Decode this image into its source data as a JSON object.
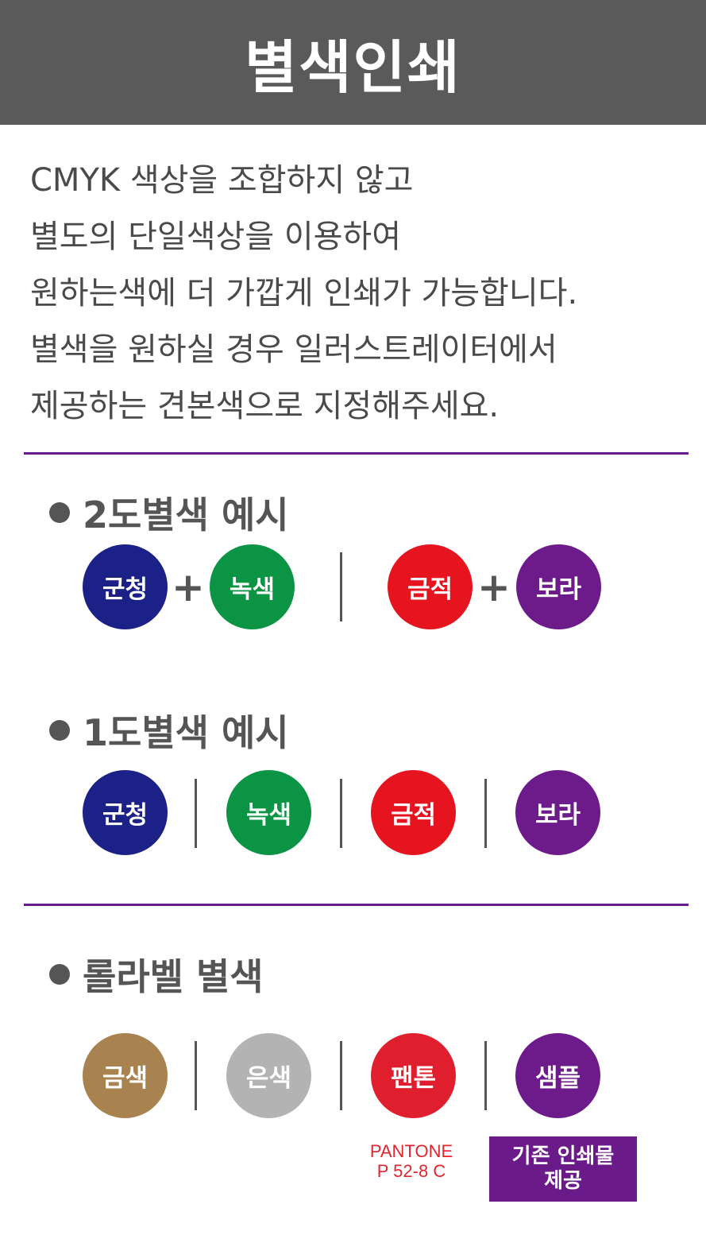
{
  "header": {
    "title": "별색인쇄"
  },
  "description": {
    "lines": [
      "CMYK 색상을 조합하지 않고",
      "별도의 단일색상을 이용하여",
      "원하는색에 더 가깝게 인쇄가 가능합니다.",
      "별색을 원하실 경우 일러스트레이터에서",
      "제공하는 견본색으로 지정해주세요."
    ]
  },
  "two_color": {
    "title": "2도별색 예시",
    "plus": "+",
    "swatches": [
      {
        "label": "군청",
        "color": "#1b2186"
      },
      {
        "label": "녹색",
        "color": "#0b9444"
      },
      {
        "label": "금적",
        "color": "#e5141f"
      },
      {
        "label": "보라",
        "color": "#6d1a8a"
      }
    ]
  },
  "one_color": {
    "title": "1도별색 예시",
    "swatches": [
      {
        "label": "군청",
        "color": "#1b2186"
      },
      {
        "label": "녹색",
        "color": "#0b9444"
      },
      {
        "label": "금적",
        "color": "#e5141f"
      },
      {
        "label": "보라",
        "color": "#6d1a8a"
      }
    ]
  },
  "roll_label": {
    "title": "롤라벨 별색",
    "swatches": [
      {
        "label": "금색",
        "color": "#a8834f"
      },
      {
        "label": "은색",
        "color": "#b3b3b3"
      },
      {
        "label": "팬톤",
        "color": "#e01f2e"
      },
      {
        "label": "샘플",
        "color": "#6d1a8a"
      }
    ],
    "pantone_note": [
      "PANTONE",
      "P 52-8 C"
    ],
    "sample_note": [
      "기존 인쇄물",
      "제공"
    ]
  },
  "colors": {
    "header_bg": "#5a5a5a",
    "divider": "#6a1b8a",
    "text": "#4a4a4a"
  }
}
